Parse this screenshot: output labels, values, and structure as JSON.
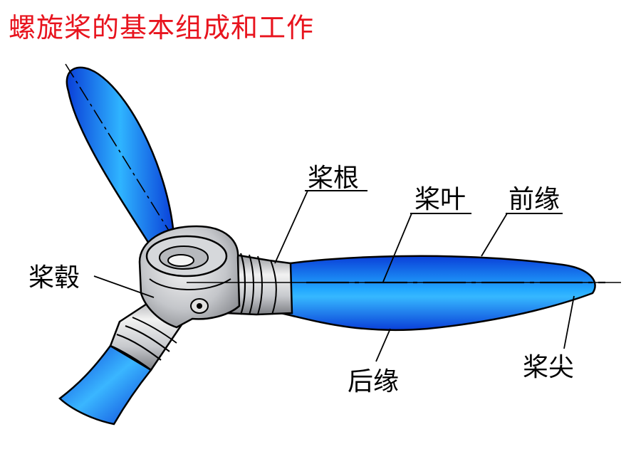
{
  "title": "螺旋桨的基本组成和工作",
  "labels": {
    "root": "桨根",
    "blade": "桨叶",
    "leading_edge": "前缘",
    "hub": "桨毂",
    "trailing_edge": "后缘",
    "tip": "桨尖"
  },
  "colors": {
    "title": "#e8141e",
    "blade": "#1e6ff0",
    "blade_light": "#7fd6ff",
    "hub": "#c9cbcf",
    "outline": "#000000"
  }
}
